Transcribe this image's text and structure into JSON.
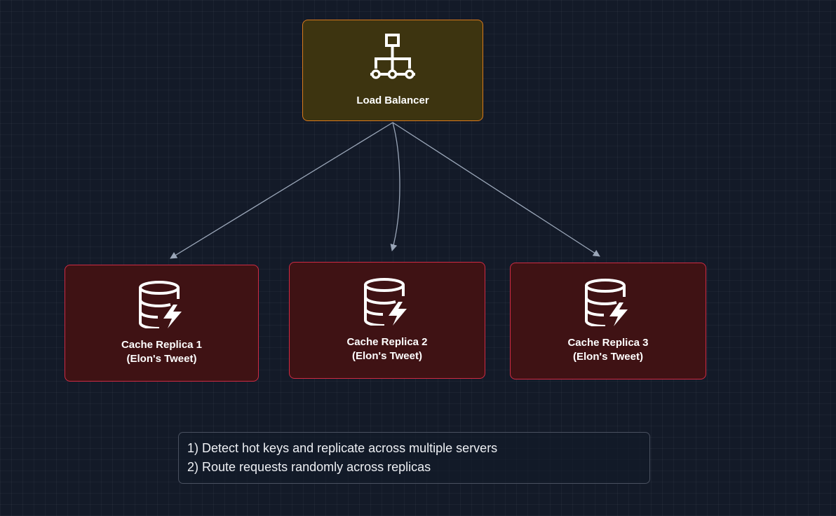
{
  "nodes": {
    "load_balancer": {
      "label": "Load Balancer",
      "icon": "network-hierarchy-icon",
      "border_color": "#d97a1c",
      "fill_color": "#3d3410"
    },
    "caches": [
      {
        "line1": "Cache Replica 1",
        "line2": "(Elon's Tweet)",
        "icon": "database-bolt-icon"
      },
      {
        "line1": "Cache Replica 2",
        "line2": "(Elon's Tweet)",
        "icon": "database-bolt-icon"
      },
      {
        "line1": "Cache Replica 3",
        "line2": "(Elon's Tweet)",
        "icon": "database-bolt-icon"
      }
    ],
    "cache_border_color": "#cf2b44",
    "cache_fill_color": "#3f1214"
  },
  "edges": [
    {
      "from": "Load Balancer",
      "to": "Cache Replica 1"
    },
    {
      "from": "Load Balancer",
      "to": "Cache Replica 2"
    },
    {
      "from": "Load Balancer",
      "to": "Cache Replica 3"
    }
  ],
  "note": {
    "lines": [
      "1) Detect hot keys and replicate across multiple servers",
      "2) Route requests randomly across replicas"
    ]
  }
}
